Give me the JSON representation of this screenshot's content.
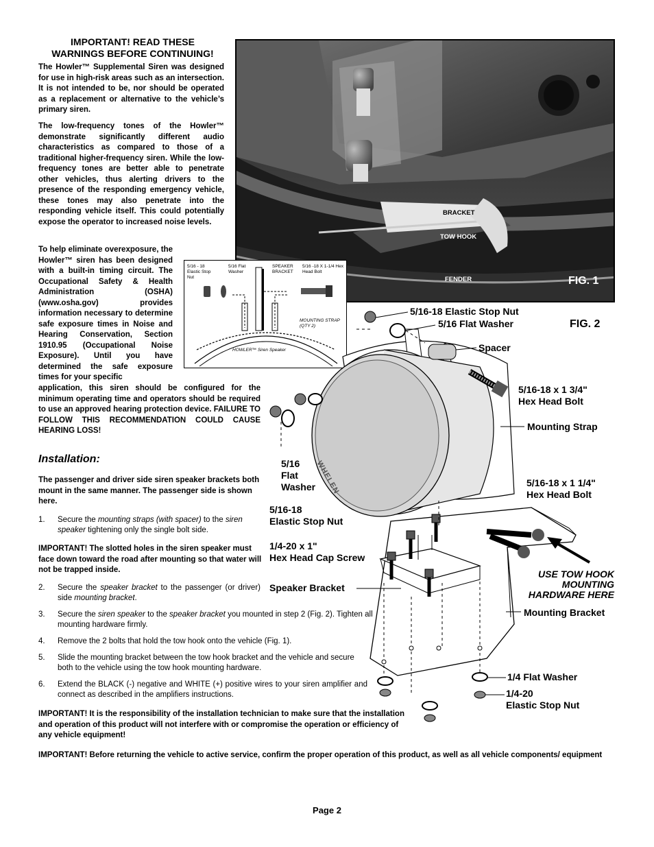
{
  "warning": {
    "heading_line1": "IMPORTANT! READ THESE",
    "heading_line2": "WARNINGS BEFORE CONTINUING!",
    "p1": "The Howler™ Supplemental Siren was designed for use in high-risk areas such as an intersection. It is not intended to be, nor should be operated as a replacement or alternative to the vehicle’s primary siren.",
    "p2": "The low-frequency tones of the Howler™ demonstrate significantly different audio characteristics as compared to those of a traditional higher-frequency siren. While the low-frequency tones are better able to penetrate other vehicles, thus alerting drivers to the presence of the responding emergency vehicle, these tones may also penetrate into the responding vehicle itself. This could potentially expose the operator to increased noise levels.",
    "p3a": "To help eliminate overexposure, the Howler™ siren has been designed with a built-in timing circuit. The Occupational Safety & Health Administration (OSHA) (www.osha.gov) provides information necessary to determine safe exposure times in Noise and Hearing Conservation, Section 1910.95 (Occupational Noise Exposure). Until you have determined the safe exposure times for your specific",
    "p3b": "application, this siren should be configured for the minimum operating time and operators should be required to use an approved hearing protection device. FAILURE TO FOLLOW THIS RECOMMENDATION COULD CAUSE HEARING LOSS!"
  },
  "installation": {
    "title": "Installation:",
    "intro": "The passenger and driver side siren speaker brackets both mount in the same manner. The passenger side is shown here.",
    "step1_num": "1.",
    "step1_a": "Secure the ",
    "step1_b": "mounting straps (with spacer)",
    "step1_c": " to the ",
    "step1_d": "siren speaker",
    "step1_e": " tightening only the single bolt side.",
    "important1": "IMPORTANT! The slotted holes in the siren speaker must face down toward the road after mounting so that water will not be trapped inside.",
    "step2_num": "2.",
    "step2_a": "Secure the ",
    "step2_b": "speaker bracket",
    "step2_c": " to the passenger (or driver) side ",
    "step2_d": "mounting bracket",
    "step2_e": ".",
    "step3_num": "3.",
    "step3_a": "Secure the ",
    "step3_b": "siren speaker",
    "step3_c": " to the ",
    "step3_d": "speaker bracket",
    "step3_e": " you mounted in step 2 (Fig. 2). Tighten all mounting hardware firmly.",
    "step4_num": "4.",
    "step4": "Remove the 2 bolts that hold the tow hook onto the vehicle (Fig. 1).",
    "step5_num": "5.",
    "step5": "Slide the mounting bracket between the tow hook bracket and the vehicle and secure both to the vehicle using the tow hook mounting hardware.",
    "step6_num": "6.",
    "step6": "Extend the BLACK (-) negative and WHITE (+) positive wires to your siren amplifier and connect as described in the amplifiers instructions.",
    "important2": "IMPORTANT! It is the responsibility of the installation technician to make sure that the installation and operation of this product will not interfere with or compromise the operation or efficiency of any vehicle equipment!",
    "important3": "IMPORTANT! Before returning the vehicle to active service, confirm the proper operation of this product, as well as all vehicle components/ equipment"
  },
  "fig1": {
    "title": "FIG. 1",
    "bracket": "BRACKET",
    "tow_hook": "TOW HOOK",
    "fender": "FENDER"
  },
  "inset": {
    "nut": "5/16 - 18 Elastic Stop Nut",
    "washer": "5/16 Flat Washer",
    "speaker_bracket": "SPEAKER BRACKET",
    "bolt": "5/16 -18 X 1-1/4 Hex Head Bolt",
    "strap": "MOUNTING STRAP (QTY 2)",
    "speaker": "HOWLER™ Siren Speaker"
  },
  "fig2": {
    "title": "FIG. 2",
    "nut_top": "5/16-18 Elastic Stop Nut",
    "washer_top": "5/16 Flat Washer",
    "spacer": "Spacer",
    "bolt_long_1": "5/16-18 x 1 3/4\"",
    "bolt_long_2": "Hex Head Bolt",
    "strap": "Mounting Strap",
    "washer_left_1": "5/16",
    "washer_left_2": "Flat",
    "washer_left_3": "Washer",
    "bolt_short_1": "5/16-18 x 1 1/4\"",
    "bolt_short_2": "Hex Head Bolt",
    "nut_left_1": "5/16-18",
    "nut_left_2": "Elastic Stop Nut",
    "screw_1": "1/4-20 x 1\"",
    "screw_2": "Hex Head Cap Screw",
    "tow_1": "USE TOW HOOK",
    "tow_2": "MOUNTING",
    "tow_3": "HARDWARE HERE",
    "speaker_bracket": "Speaker Bracket",
    "mount_bracket": "Mounting Bracket",
    "flat_washer": "1/4 Flat Washer",
    "stop_nut_1": "1/4-20",
    "stop_nut_2": "Elastic Stop Nut",
    "logo": "WHELEN"
  },
  "footer": {
    "page": "Page 2"
  }
}
